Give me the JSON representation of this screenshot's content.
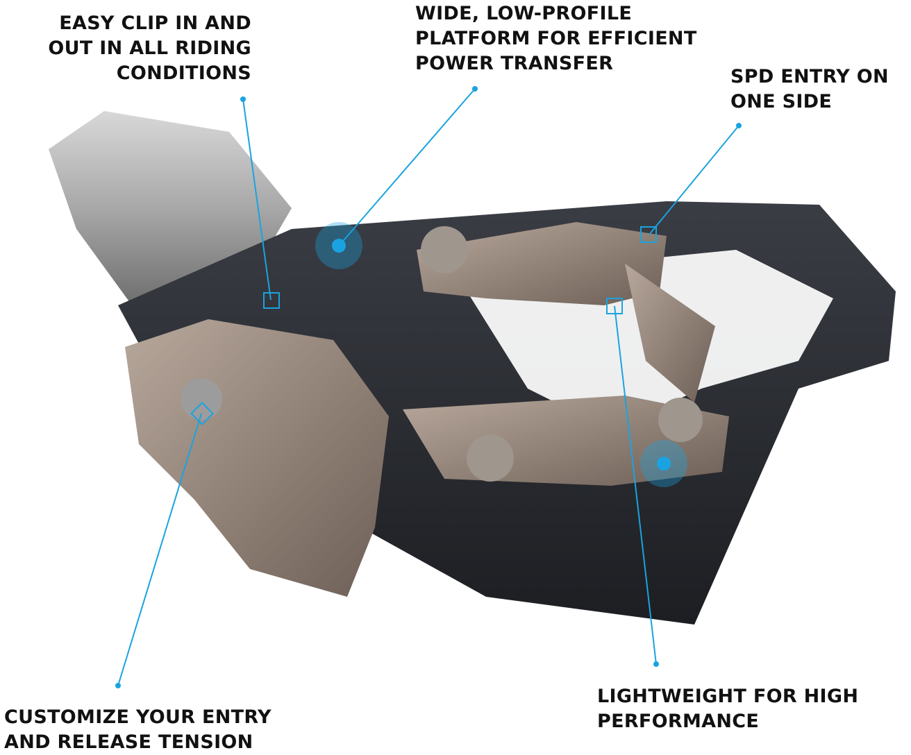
{
  "figure": {
    "subject": "Clipless bicycle pedal with feature callouts",
    "accent_color": "#1aa3e0"
  },
  "callouts": [
    {
      "id": "clip",
      "text": "EASY CLIP IN AND\nOUT IN ALL RIDING\nCONDITIONS",
      "marker": "square"
    },
    {
      "id": "platform",
      "text": "WIDE, LOW-PROFILE\nPLATFORM FOR EFFICIENT\nPOWER TRANSFER",
      "marker": "dot"
    },
    {
      "id": "spd",
      "text": "SPD ENTRY ON\nONE SIDE",
      "marker": "square"
    },
    {
      "id": "tension",
      "text": "CUSTOMIZE YOUR ENTRY\nAND RELEASE TENSION",
      "marker": "square"
    },
    {
      "id": "lightweight",
      "text": "LIGHTWEIGHT FOR HIGH\nPERFORMANCE",
      "marker": "square"
    }
  ]
}
